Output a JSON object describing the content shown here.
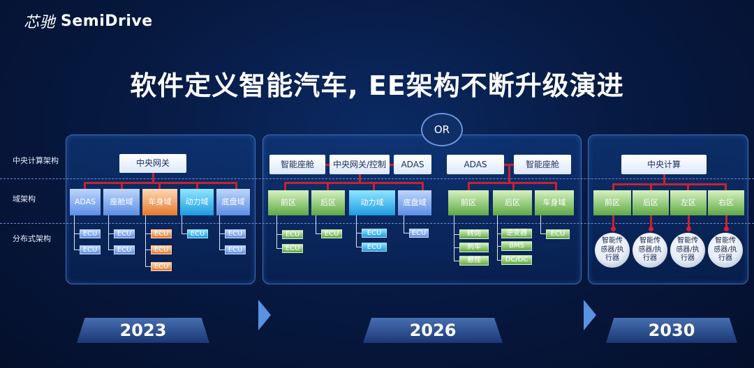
{
  "brand": {
    "logo_cn": "芯驰",
    "logo_en": "SemiDrive"
  },
  "title": "软件定义智能汽车, EE架构不断升级演进",
  "or_label": "OR",
  "row_labels": {
    "central": "中央计算架构",
    "domain": "域架构",
    "distributed": "分布式架构"
  },
  "years": [
    "2023",
    "2026",
    "2030"
  ],
  "p2023": {
    "gateway": "中央网关",
    "domains": [
      "ADAS",
      "座舱域",
      "车身域",
      "动力域",
      "底盘域"
    ],
    "ecu": "ECU"
  },
  "p2026a": {
    "top": [
      "智能座舱",
      "中央网关/控制",
      "ADAS"
    ],
    "zones": [
      "前区",
      "后区",
      "动力域",
      "底盘域"
    ],
    "ecu": "ECU"
  },
  "p2026b": {
    "top": [
      "ADAS",
      "智能座舱"
    ],
    "zones": [
      "前区",
      "后区",
      "车身域"
    ],
    "front_items": [
      "转向",
      "刹车",
      "悬挂"
    ],
    "rear_items": [
      "逆变器",
      "BMS",
      "DC/DC"
    ],
    "ecu": "ECU"
  },
  "p2030": {
    "central": "中央计算",
    "zones": [
      "前区",
      "后区",
      "左区",
      "右区"
    ],
    "sensor": "智能传感器/执行器"
  }
}
